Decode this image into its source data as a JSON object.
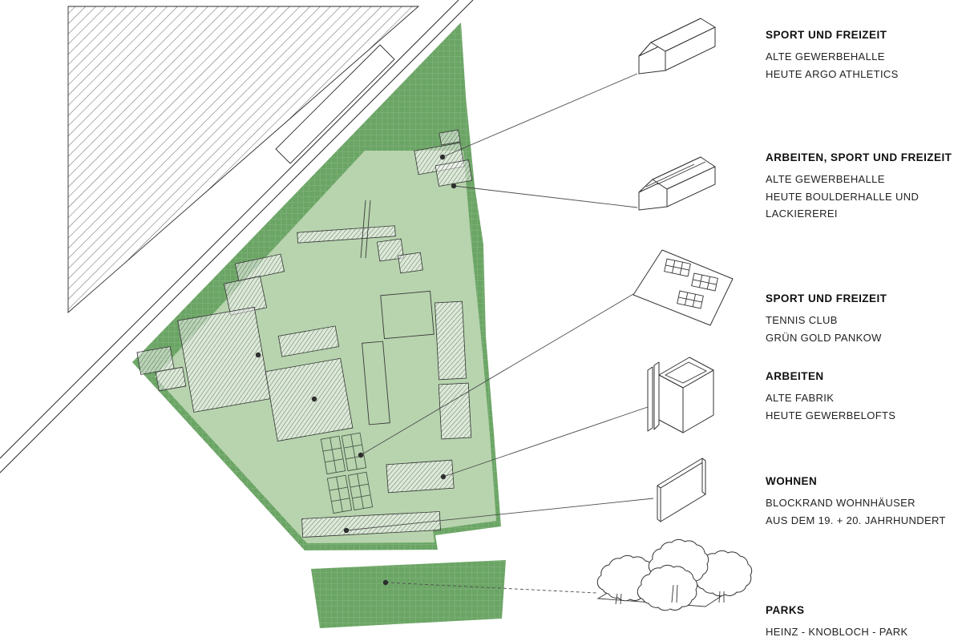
{
  "legend": {
    "entries": [
      {
        "title": "SPORT UND FREIZEIT",
        "lines": [
          "ALTE GEWERBEHALLE",
          "HEUTE ARGO ATHLETICS"
        ]
      },
      {
        "title": "ARBEITEN, SPORT UND FREIZEIT",
        "lines": [
          "ALTE GEWERBEHALLE",
          "HEUTE BOULDERHALLE UND",
          "LACKIEREREI"
        ]
      },
      {
        "title": "SPORT UND FREIZEIT",
        "lines": [
          "TENNIS CLUB",
          "GRÜN GOLD PANKOW"
        ]
      },
      {
        "title": "ARBEITEN",
        "lines": [
          "ALTE FABRIK",
          "HEUTE GEWERBELOFTS"
        ]
      },
      {
        "title": "WOHNEN",
        "lines": [
          "BLOCKRAND WOHNHÄUSER",
          "AUS DEM 19. + 20. JAHRHUNDERT"
        ]
      },
      {
        "title": "PARKS",
        "lines": [
          "HEINZ - KNOBLOCH - PARK"
        ]
      }
    ]
  },
  "colors": {
    "site_green": "#6BA565",
    "site_green_light": "#B7D4AE",
    "drawing_line": "#333333",
    "text_color": "#1d1d1d"
  }
}
